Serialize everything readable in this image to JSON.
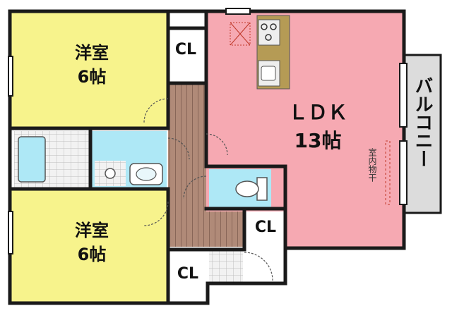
{
  "rooms": {
    "western_top": {
      "name": "洋室",
      "size": "6帖"
    },
    "western_bottom": {
      "name": "洋室",
      "size": "6帖"
    },
    "ldk": {
      "name": "ＬＤＫ",
      "size": "13帖"
    }
  },
  "closets": {
    "top": "CL",
    "middle": "CL",
    "bottom": "CL"
  },
  "balcony": "バルコニー",
  "indoor_drying": "室内物干",
  "colors": {
    "wall": "#1a1a1a",
    "western_room": "#f7f38c",
    "ldk": "#f6a9b2",
    "water": "#aee8f6",
    "hall_floor": "#b08a78",
    "balcony": "#dcdcdc",
    "kitchen_counter": "#b59b55"
  }
}
